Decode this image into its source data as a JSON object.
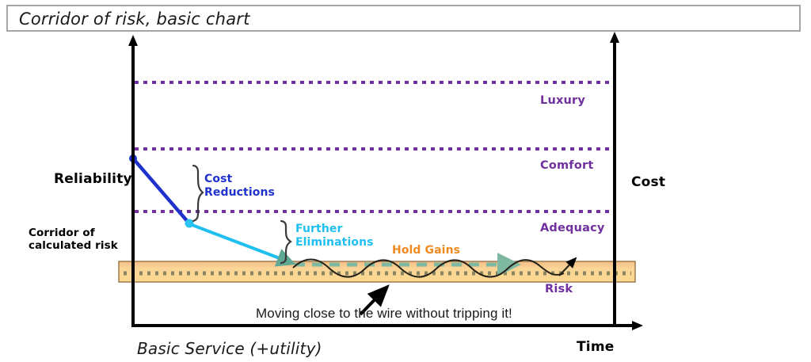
{
  "title": {
    "text": "Corridor of risk, basic chart"
  },
  "axes": {
    "y_left_label": "Reliability",
    "y_right_label": "Cost",
    "x_left_label": "Basic Service (+utility)",
    "x_right_label": "Time"
  },
  "side_note": {
    "line1": "Corridor of",
    "line2": "calculated risk"
  },
  "band_labels": [
    {
      "name": "Luxury",
      "text": "Luxury"
    },
    {
      "name": "Comfort",
      "text": "Comfort"
    },
    {
      "name": "Adequacy",
      "text": "Adequacy"
    },
    {
      "name": "Risk",
      "text": "Risk"
    }
  ],
  "callouts": {
    "cost_reductions_line1": "Cost",
    "cost_reductions_line2": "Reductions",
    "further_eliminations_line1": "Further",
    "further_eliminations_line2": "Eliminations",
    "hold_gains": "Hold Gains"
  },
  "caption": {
    "text": "Moving close to the wire without tripping it!"
  },
  "colors": {
    "threshold_line": "#7030A0",
    "band_label": "#7030A0",
    "cost_reduction_line": "#1F33CC",
    "further_elimination_line": "#1FBFF0",
    "hold_gains": "#F08A22",
    "corridor_band_top": "#F7C98B",
    "corridor_band_bottom": "#FBD78C",
    "corridor_band_border": "#9E7B4F",
    "risk_wave": "#262118",
    "hold_gains_dash": "#7FB8A0",
    "axis": "#000000",
    "title_border": "#A6A6A6"
  },
  "chart_data": {
    "type": "line",
    "title": "Corridor of risk, basic chart",
    "xlabel": "Time",
    "ylabel": "Cost",
    "grid": false,
    "legend": "none",
    "xlim": [
      0,
      100
    ],
    "ylim": [
      0,
      100
    ],
    "threshold_lines": [
      {
        "label": "Luxury",
        "y": 88,
        "style": "dotted",
        "color": "#7030A0"
      },
      {
        "label": "Comfort",
        "y": 66,
        "style": "dotted",
        "color": "#7030A0"
      },
      {
        "label": "Adequacy",
        "y": 44,
        "style": "dotted",
        "color": "#7030A0"
      },
      {
        "label": "Risk",
        "y": 24,
        "style": "band",
        "color": "#7030A0"
      }
    ],
    "corridor_band": {
      "label": "Corridor of calculated risk",
      "y_top": 27,
      "y_bottom": 18
    },
    "series": [
      {
        "name": "Cost Reductions",
        "color": "#1F33CC",
        "x": [
          0,
          11
        ],
        "y": [
          62,
          41
        ]
      },
      {
        "name": "Further Eliminations",
        "color": "#1FBFF0",
        "x": [
          11,
          32
        ],
        "y": [
          41,
          27
        ]
      },
      {
        "name": "Hold Gains",
        "color": "#7FB8A0",
        "style": "dashed-arrow",
        "x": [
          32,
          97
        ],
        "y": [
          27,
          27
        ]
      },
      {
        "name": "Risk oscillation",
        "color": "#262118",
        "style": "wave",
        "x": [
          32,
          97
        ],
        "y_mean": 23,
        "amplitude": 4,
        "cycles": 4
      }
    ],
    "annotations": [
      {
        "text": "Moving close to the wire without tripping it!",
        "x": 48,
        "y": 8
      },
      {
        "text": "Reliability",
        "x": -12,
        "y": 60
      },
      {
        "text": "Corridor of calculated risk",
        "x": -14,
        "y": 33
      }
    ]
  }
}
